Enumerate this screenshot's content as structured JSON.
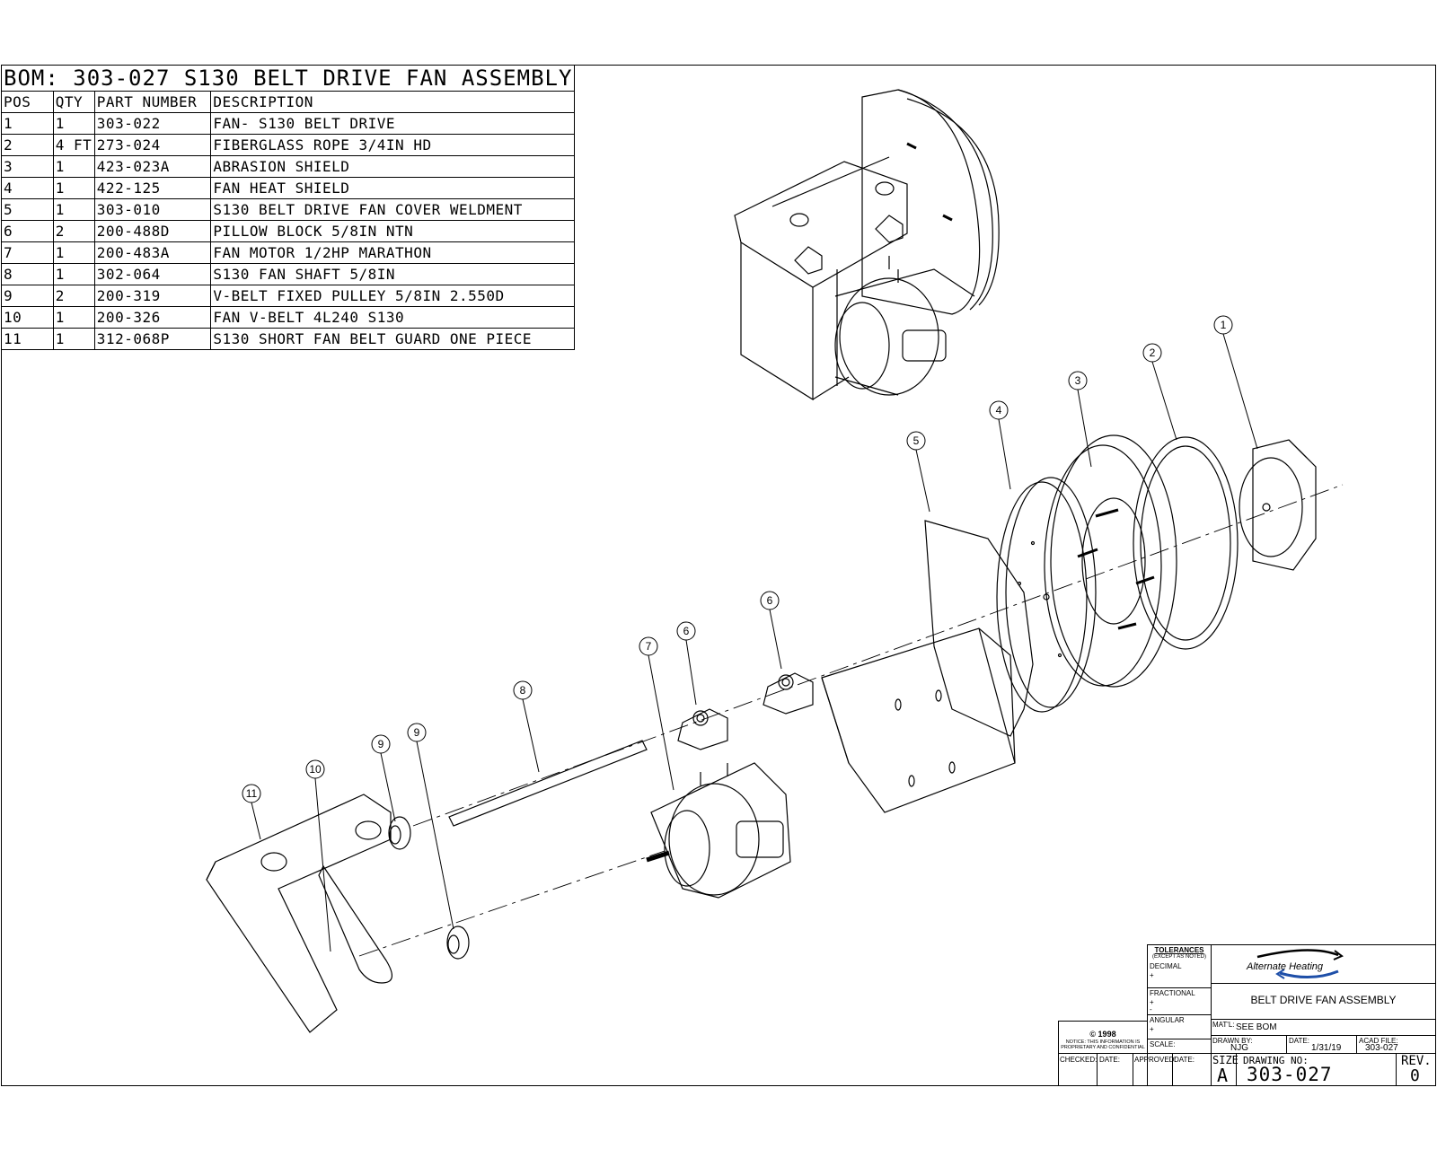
{
  "bom": {
    "title": "BOM: 303-027 S130 BELT DRIVE FAN ASSEMBLY",
    "headers": [
      "POS",
      "QTY",
      "PART NUMBER",
      "DESCRIPTION"
    ],
    "rows": [
      {
        "pos": "1",
        "qty": "1",
        "part": "303-022",
        "desc": "FAN- S130 BELT DRIVE"
      },
      {
        "pos": "2",
        "qty": "4 FT",
        "part": "273-024",
        "desc": "FIBERGLASS ROPE 3/4IN HD"
      },
      {
        "pos": "3",
        "qty": "1",
        "part": "423-023A",
        "desc": "ABRASION SHIELD"
      },
      {
        "pos": "4",
        "qty": "1",
        "part": "422-125",
        "desc": "FAN HEAT SHIELD"
      },
      {
        "pos": "5",
        "qty": "1",
        "part": "303-010",
        "desc": "S130 BELT DRIVE FAN COVER WELDMENT"
      },
      {
        "pos": "6",
        "qty": "2",
        "part": "200-488D",
        "desc": "PILLOW BLOCK 5/8IN NTN"
      },
      {
        "pos": "7",
        "qty": "1",
        "part": "200-483A",
        "desc": "FAN MOTOR 1/2HP MARATHON"
      },
      {
        "pos": "8",
        "qty": "1",
        "part": "302-064",
        "desc": "S130 FAN SHAFT 5/8IN"
      },
      {
        "pos": "9",
        "qty": "2",
        "part": "200-319",
        "desc": "V-BELT FIXED PULLEY 5/8IN 2.550D"
      },
      {
        "pos": "10",
        "qty": "1",
        "part": "200-326",
        "desc": "FAN V-BELT 4L240 S130"
      },
      {
        "pos": "11",
        "qty": "1",
        "part": "312-068P",
        "desc": "S130 SHORT FAN BELT GUARD ONE PIECE"
      }
    ]
  },
  "balloons": {
    "b1": "1",
    "b2": "2",
    "b3": "3",
    "b4": "4",
    "b5": "5",
    "b6a": "6",
    "b6b": "6",
    "b7": "7",
    "b8": "8",
    "b9a": "9",
    "b9b": "9",
    "b10": "10",
    "b11": "11"
  },
  "title_block": {
    "tolerances": "TOLERANCES",
    "except": "(EXCEPT AS NOTED)",
    "decimal": "DECIMAL",
    "fractional": "FRACTIONAL",
    "angular": "ANGULAR",
    "plus": "+",
    "minus": "-",
    "scale": "SCALE:",
    "copyright": "© 1998",
    "notice_1": "NOTICE: THIS INFORMATION IS",
    "notice_2": "PROPRIETARY AND CONFIDENTIAL",
    "checked": "CHECKED:",
    "date1": "DATE:",
    "approved": "APPROVED:",
    "date2": "DATE:",
    "logo_text": "Alternate Heating",
    "drawing_title": "BELT DRIVE FAN ASSEMBLY",
    "matl_label": "MAT'L:",
    "matl_value": "SEE BOM",
    "drawn_by_label": "DRAWN BY:",
    "drawn_by_value": "NJG",
    "date_label": "DATE:",
    "date_value": "1/31/19",
    "acad_label": "ACAD FILE:",
    "acad_value": "303-027",
    "size_label": "SIZE",
    "size_value": "A",
    "drawing_no_label": "DRAWING NO:",
    "drawing_no_value": "303-027",
    "rev_label": "REV.",
    "rev_value": "0"
  }
}
